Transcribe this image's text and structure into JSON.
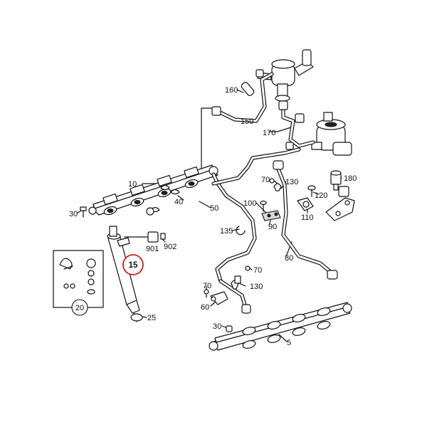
{
  "highlight_color": "#cc2222",
  "callouts": {
    "c5": "5",
    "c10": "10",
    "c15": "15",
    "c20": "20",
    "c25": "25",
    "c30a": "30",
    "c30b": "30",
    "c40": "40",
    "c50": "50",
    "c60": "60",
    "c70a": "70",
    "c70b": "70",
    "c70c": "70",
    "c80": "80",
    "c90": "90",
    "c100": "100",
    "c110": "110",
    "c120": "120",
    "c130a": "130",
    "c130b": "130",
    "c135": "135",
    "c150": "150",
    "c160": "160",
    "c170": "170",
    "c180": "180",
    "c901": "901",
    "c902": "902"
  }
}
